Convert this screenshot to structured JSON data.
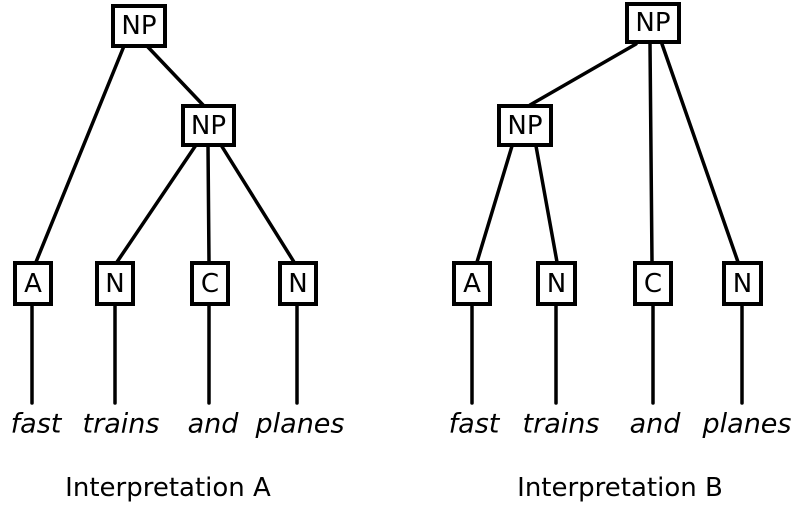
{
  "colors": {
    "background": "#ffffff",
    "line": "#000000",
    "box_fill": "#ffffff",
    "box_border": "#000000",
    "text": "#000000"
  },
  "diagram": {
    "description_type": "syntax-parse-trees",
    "phrase": "fast trains and planes",
    "trees": [
      {
        "id": "A",
        "caption": "Interpretation A",
        "nodes": {
          "root": "NP",
          "inner": "NP",
          "leaves": [
            "A",
            "N",
            "C",
            "N"
          ]
        },
        "words": [
          "fast",
          "trains",
          "and",
          "planes"
        ],
        "structure": "NP -> [A(fast), NP -> [N(trains), C(and), N(planes)]]"
      },
      {
        "id": "B",
        "caption": "Interpretation B",
        "nodes": {
          "root": "NP",
          "inner": "NP",
          "leaves": [
            "A",
            "N",
            "C",
            "N"
          ]
        },
        "words": [
          "fast",
          "trains",
          "and",
          "planes"
        ],
        "structure": "NP -> [NP -> [A(fast), N(trains)], C(and), N(planes)]"
      }
    ]
  }
}
